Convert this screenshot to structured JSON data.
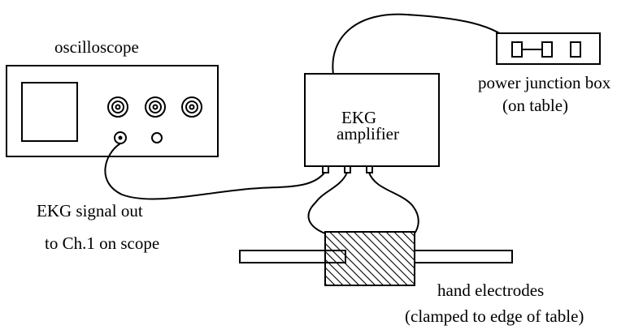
{
  "labels": {
    "oscilloscope": "oscilloscope",
    "power_box": "power junction box",
    "power_box_note": "(on table)",
    "amp_line1": "EKG",
    "amp_line2": "amplifier",
    "signal_line1": "EKG signal out",
    "signal_line2": "to Ch.1 on scope",
    "electrodes_line1": "hand electrodes",
    "electrodes_line2": "(clamped to edge of table)"
  },
  "colors": {
    "stroke": "#000000",
    "background": "#ffffff"
  }
}
